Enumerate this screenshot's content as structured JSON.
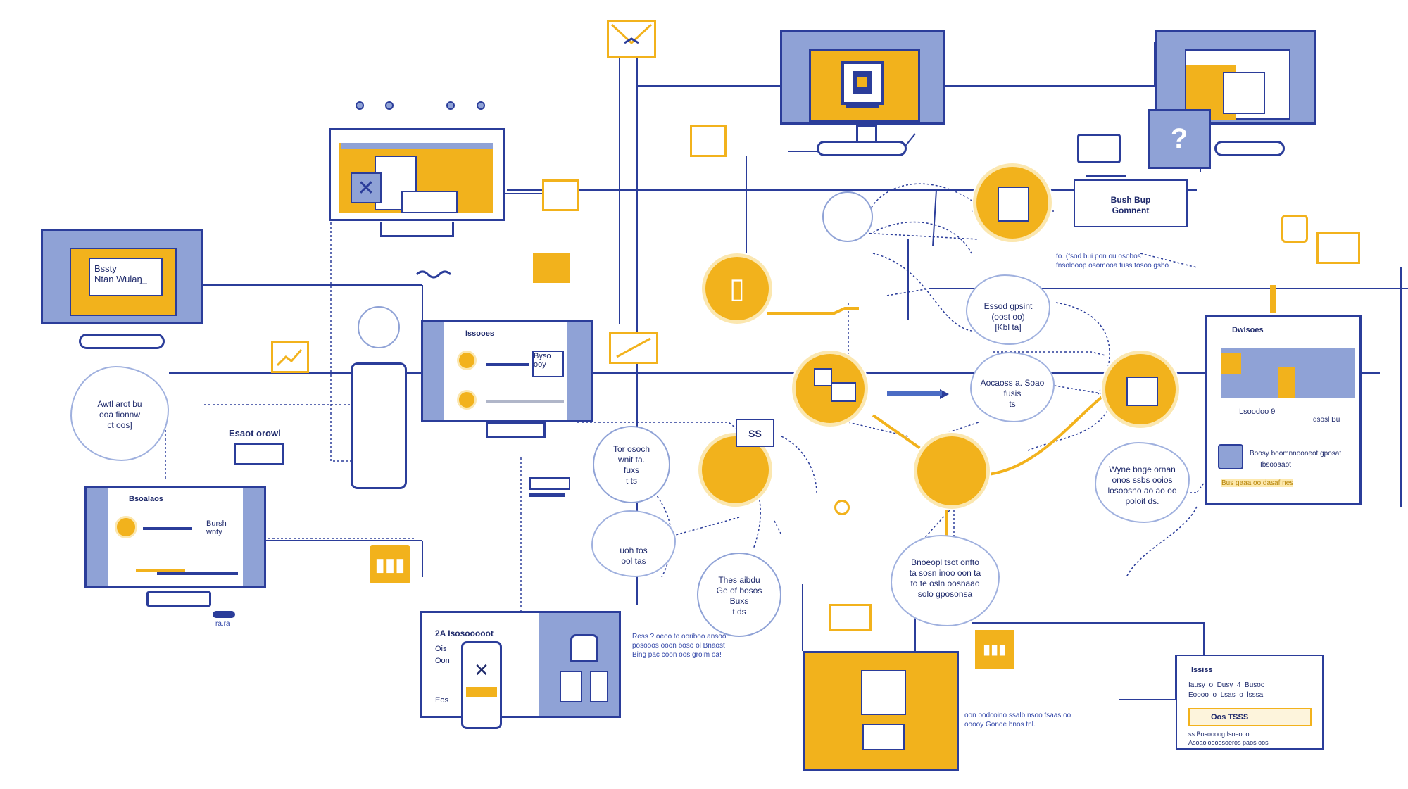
{
  "colors": {
    "navy": "#2b3d9a",
    "periwinkle": "#8fa2d6",
    "amber": "#f2b21c",
    "white": "#ffffff"
  },
  "left_monitor": {
    "screen_text": "Bssty\nNtan Wulaŋ_"
  },
  "left_blob": {
    "text": "Awtl arot bu\nooa fionnw\nct oos]"
  },
  "left_label": {
    "text": "Esaot orowl"
  },
  "left_bottom_panel": {
    "title": "Bsoalaos",
    "sub": "Bursh\nwnty",
    "badge": "ra.ra"
  },
  "center_panel": {
    "title": "Issooes",
    "sub": "Byso\nooy"
  },
  "node_blob_a": {
    "text": "Tor osoch\nwnit ta.\nfuxs\nt ts"
  },
  "node_blob_b": {
    "text": "uoh tos\nool tas"
  },
  "node_blob_c": {
    "text": "Thes aibdu\nGe of bosos\nBuxs\nt ds"
  },
  "phone_badge": {
    "text": "SS"
  },
  "top_card": {
    "title": "Bush Bup\nGomnent"
  },
  "right_blob_top": {
    "text": "Essod gpsint\n(oost oo)\n[Kbl ta]"
  },
  "right_blob_mid": {
    "text": "Aocaoss a. Soao\nfusis\nts"
  },
  "right_note_top": {
    "text": "fo. (fsod bui pon ou osobos\nfnsolooop osomooa fuss tosoo gsbo"
  },
  "right_panel": {
    "title": "Dwlsoes",
    "row1": "Lsoodoo 9",
    "row2": "dsosl Bu",
    "row3": "Boosy boomnnooneot gposat",
    "row4": "Ibsooaaot",
    "footer": "Bus gaaa oo dasaf nes"
  },
  "right_blob_bottom": {
    "text": "Wyne bnge ornan\nonos ssbs ooios\nlosoosno ao ao oo\npoloit ds."
  },
  "bottom_blob": {
    "text": "Bnoeopl tsot onfto\nta sosn inoo oon ta\nto te osln oosnaao\nsolo gposonsa"
  },
  "bottom_center_panel": {
    "title": "2A Isosooooot",
    "row1": "Ois",
    "row2": "Oon",
    "row3": "Eos",
    "note": "Ress ? oeoo to ooriboo ansoo\nposooos ooon boso ol Bnaost\nBing pac coon oos grolm oa!"
  },
  "bottom_note": {
    "text": "oon oodcoino ssalb nsoo fsaas oo\nooooy Gonoe bnos tnl."
  },
  "bottom_right_panel": {
    "title": "Ississ",
    "cols": [
      "Iausy  o  Dusy  4  Busoo",
      "Eoooo  o  Lsas  o  lsssa"
    ],
    "ticket": "Oos  TSSS",
    "footer1": "ss Bosoooog Isoeooo",
    "footer2": "Asoaoloooosoeros paos oos"
  },
  "icons": [
    "envelope-icon",
    "monitor-icon",
    "phone-icon",
    "tablet-icon",
    "chart-icon",
    "lock-icon",
    "image-icon",
    "person-icon",
    "bag-icon",
    "question-icon",
    "bar-chart-icon",
    "package-icon",
    "headset-icon"
  ]
}
